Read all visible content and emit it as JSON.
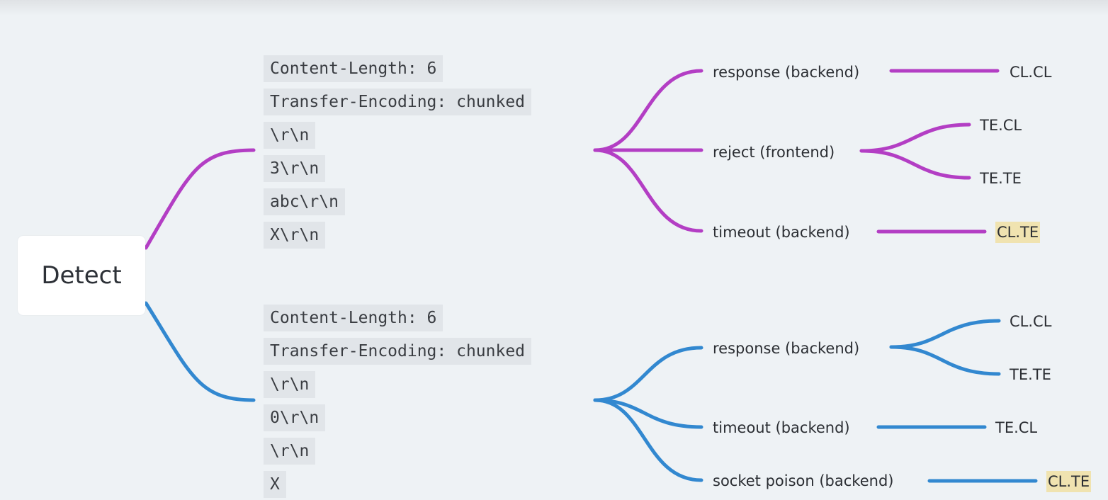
{
  "root": {
    "label": "Detect"
  },
  "colors": {
    "branch_top": "#b33ec4",
    "branch_bottom": "#3288d0",
    "highlight": "#f0e3b0"
  },
  "top": {
    "code_lines": [
      "Content-Length: 6",
      "Transfer-Encoding: chunked",
      "\\r\\n",
      "3\\r\\n",
      "abc\\r\\n",
      "X\\r\\n"
    ],
    "outcomes": [
      {
        "label": "response (backend)",
        "results": [
          "CL.CL"
        ]
      },
      {
        "label": "reject (frontend)",
        "results": [
          "TE.CL",
          "TE.TE"
        ]
      },
      {
        "label": "timeout (backend)",
        "results": [
          "CL.TE"
        ],
        "highlighted": true
      }
    ]
  },
  "bottom": {
    "code_lines": [
      "Content-Length: 6",
      "Transfer-Encoding: chunked",
      "\\r\\n",
      "0\\r\\n",
      "\\r\\n",
      "X"
    ],
    "outcomes": [
      {
        "label": "response (backend)",
        "results": [
          "CL.CL",
          "TE.TE"
        ]
      },
      {
        "label": "timeout (backend)",
        "results": [
          "TE.CL"
        ]
      },
      {
        "label": "socket poison (backend)",
        "results": [
          "CL.TE"
        ],
        "highlighted": true
      }
    ]
  }
}
